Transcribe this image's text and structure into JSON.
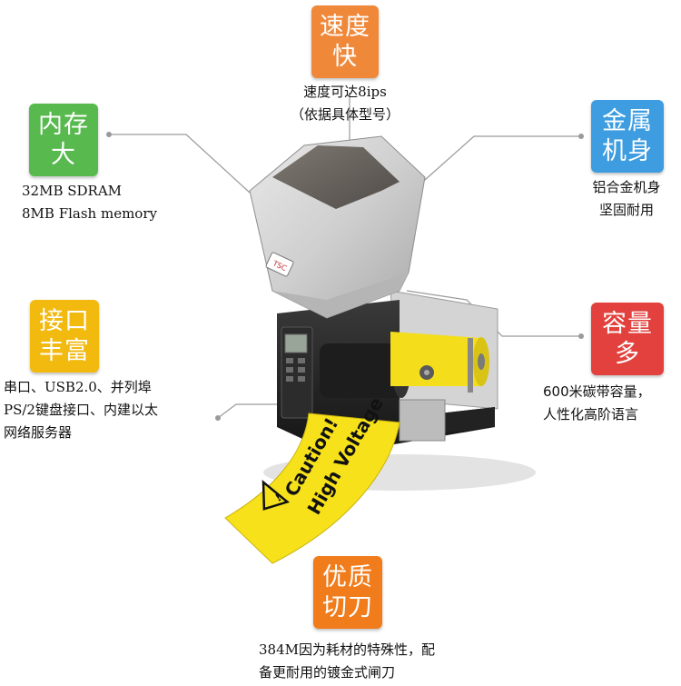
{
  "features": {
    "speed": {
      "title": [
        "速度",
        "快"
      ],
      "color": "#f0883a",
      "desc": [
        "速度可达8ips",
        "（依据具体型号）"
      ]
    },
    "memory": {
      "title": [
        "内存",
        "大"
      ],
      "color": "#58b94e",
      "desc": [
        "32MB SDRAM",
        "8MB Flash memory"
      ]
    },
    "body": {
      "title": [
        "金属",
        "机身"
      ],
      "color": "#3d9de0",
      "desc": [
        "铝合金机身",
        "坚固耐用"
      ]
    },
    "interface": {
      "title": [
        "接口",
        "丰富"
      ],
      "color": "#f2b90f",
      "desc": [
        "串口、USB2.0、并列埠",
        "PS/2键盘接口、内建以太",
        "网络服务器"
      ]
    },
    "capacity": {
      "title": [
        "容量",
        "多"
      ],
      "color": "#e2413d",
      "desc": [
        "600米碳带容量，",
        "人性化高阶语言"
      ]
    },
    "cutter": {
      "title": [
        "优质",
        "切刀"
      ],
      "color": "#f07c1c",
      "desc": [
        "384M因为耗材的特殊性，配",
        "备更耐用的镀金式闸刀"
      ]
    }
  },
  "printer": {
    "brand_label": "TSC",
    "label_text": [
      "Caution!",
      "High Voltage"
    ],
    "label_color": "#f7e11a"
  }
}
